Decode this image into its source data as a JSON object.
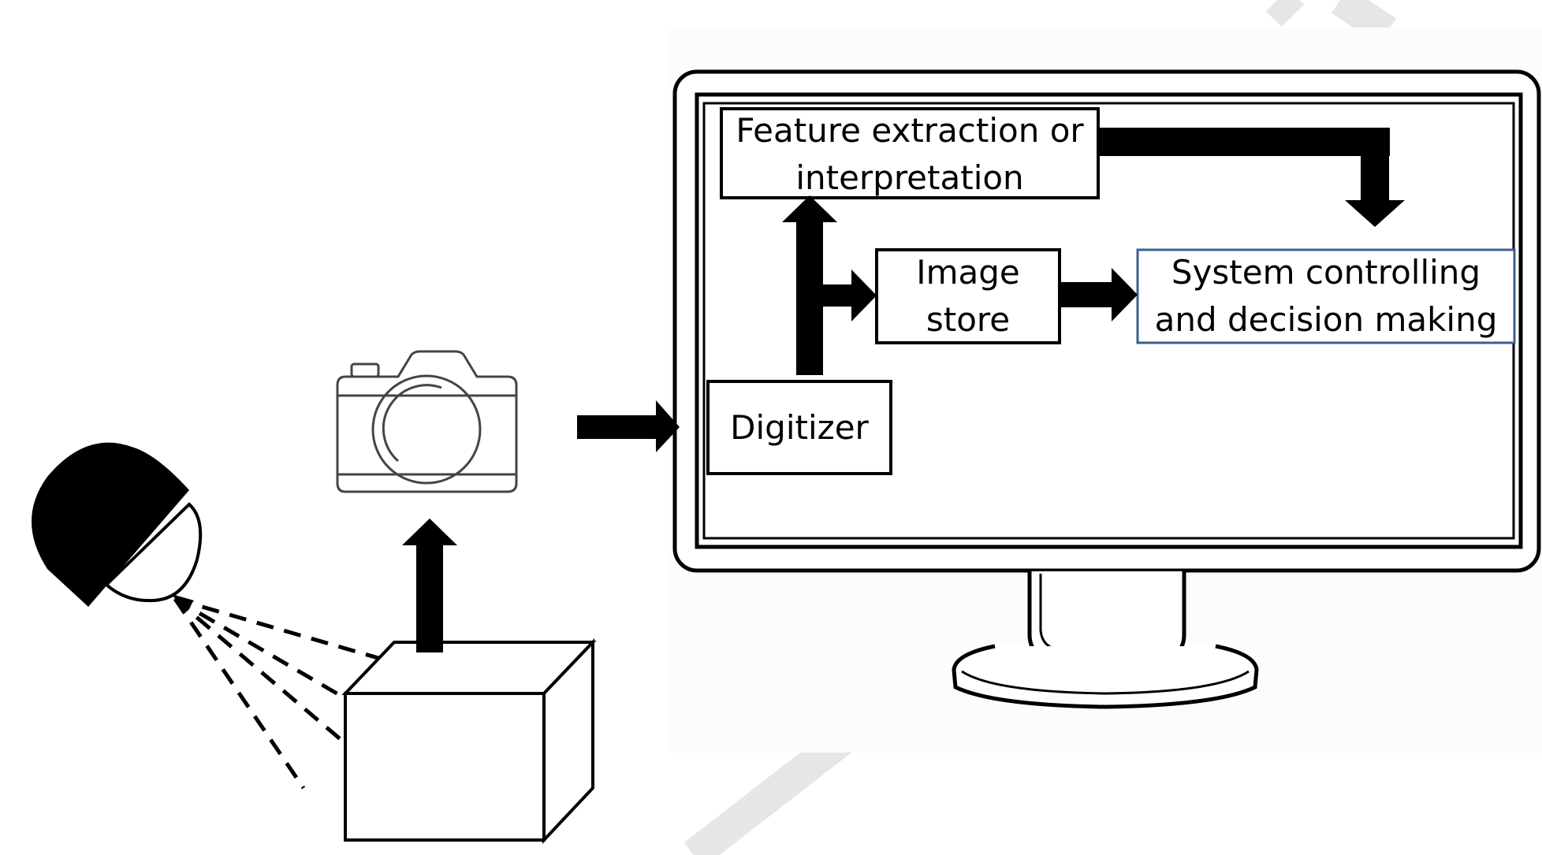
{
  "diagram": {
    "nodes": {
      "feature_extraction": {
        "line1": "Feature extraction or",
        "line2": "interpretation"
      },
      "image_store": {
        "line1": "Image",
        "line2": "store"
      },
      "system_control": {
        "line1": "System controlling",
        "line2": "and decision making"
      },
      "digitizer": {
        "label": "Digitizer"
      }
    },
    "icons": {
      "light_source": "light-source-icon",
      "camera": "camera-icon",
      "object": "box-object-icon",
      "monitor": "computer-monitor-icon"
    },
    "colors": {
      "stroke": "#000000",
      "system_box_border": "#3b5f8f",
      "watermark": "#e6e6e6",
      "monitor_panel": "#fcfcfc"
    }
  }
}
